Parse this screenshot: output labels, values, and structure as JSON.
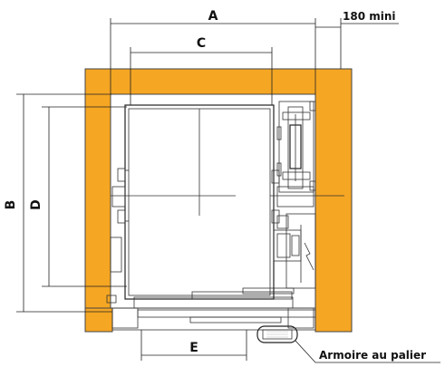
{
  "labels": {
    "a": "A",
    "b": "B",
    "c": "C",
    "d": "D",
    "e": "E",
    "min": "180 mini",
    "armoire": "Armoire au palier"
  },
  "colors": {
    "wall": "#F5A623",
    "line": "#222222",
    "equipment": "#666666",
    "background": "#FFFFFF"
  }
}
